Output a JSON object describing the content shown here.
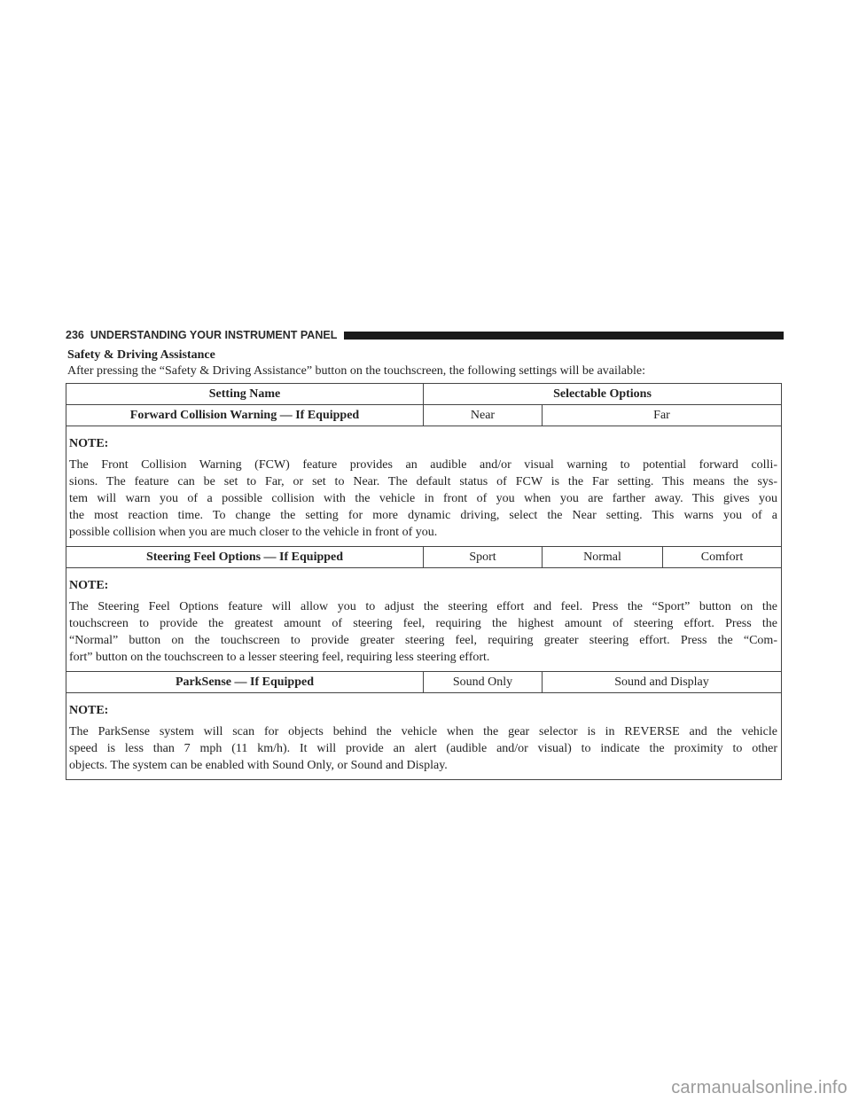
{
  "header": {
    "page_number": "236",
    "section": "UNDERSTANDING YOUR INSTRUMENT PANEL"
  },
  "section_title": "Safety & Driving Assistance",
  "intro": "After pressing the “Safety & Driving Assistance” button on the touchscreen, the following settings will be available:",
  "table": {
    "col_setting_name": "Setting Name",
    "col_selectable_options": "Selectable Options",
    "rows": [
      {
        "name": "Forward Collision Warning — If Equipped",
        "options": [
          "Near",
          "Far"
        ],
        "note_heading": "NOTE:",
        "note_lines": [
          "The Front Collision Warning (FCW) feature provides an audible and/or visual warning to potential forward colli-",
          "sions. The feature can be set to Far, or set to Near. The default status of FCW is the Far setting. This means the sys-",
          "tem will warn you of a possible collision with the vehicle in front of you when you are farther away. This gives you",
          "the most reaction time. To change the setting for more dynamic driving, select the Near setting. This warns you of a",
          "possible collision when you are much closer to the vehicle in front of you."
        ]
      },
      {
        "name": "Steering Feel Options — If Equipped",
        "options": [
          "Sport",
          "Normal",
          "Comfort"
        ],
        "note_heading": "NOTE:",
        "note_lines": [
          "The Steering Feel Options feature will allow you to adjust the steering effort and feel. Press the “Sport” button on the",
          "touchscreen to provide the greatest amount of steering feel, requiring the highest amount of steering effort. Press the",
          "“Normal” button on the touchscreen to provide greater steering feel, requiring greater steering effort. Press the “Com-",
          "fort” button on the touchscreen to a lesser steering feel, requiring less steering effort."
        ]
      },
      {
        "name": "ParkSense — If Equipped",
        "options": [
          "Sound Only",
          "Sound and Display"
        ],
        "note_heading": "NOTE:",
        "note_lines": [
          "The ParkSense system will scan for objects behind the vehicle when the gear selector is in REVERSE and the vehicle",
          "speed is less than 7 mph (11 km/h). It will provide an alert (audible and/or visual) to indicate the proximity to other",
          "objects. The system can be enabled with Sound Only, or Sound and Display."
        ]
      }
    ]
  },
  "watermark": "carmanualsonline.info"
}
